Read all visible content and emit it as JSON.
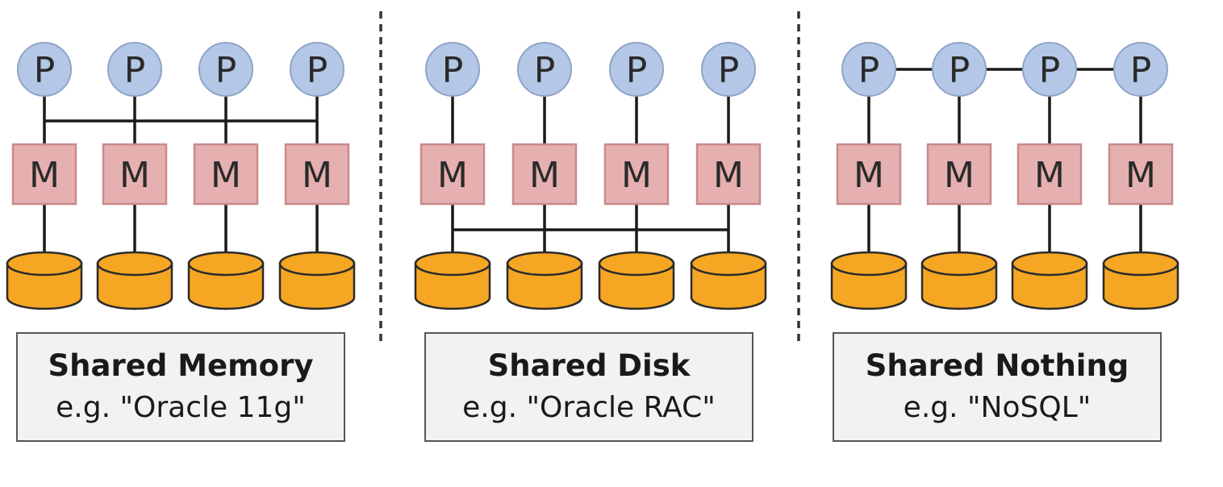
{
  "node_labels": {
    "processor": "P",
    "memory": "M"
  },
  "colors": {
    "processor_fill": "#b4c7e7",
    "processor_stroke": "#8ea4c8",
    "memory_fill": "#e6b0b0",
    "memory_stroke": "#c98a8a",
    "disk_fill": "#f5a623",
    "disk_stroke": "#2b2b2b",
    "line": "#1a1a1a",
    "divider": "#333333"
  },
  "architectures": [
    {
      "title": "Shared Memory",
      "example": "e.g. \"Oracle 11g\"",
      "processors": 4,
      "memories": 4,
      "disks": 4,
      "shared_link": "processors-to-memories"
    },
    {
      "title": "Shared Disk",
      "example": "e.g. \"Oracle RAC\"",
      "processors": 4,
      "memories": 4,
      "disks": 4,
      "shared_link": "memories-to-disks"
    },
    {
      "title": "Shared Nothing",
      "example": "e.g. \"NoSQL\"",
      "processors": 4,
      "memories": 4,
      "disks": 4,
      "shared_link": "processor-chain"
    }
  ]
}
